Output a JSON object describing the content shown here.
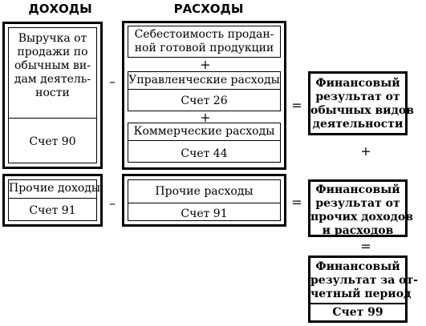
{
  "headers": {
    "income": "ДОХОДЫ",
    "expenses": "РАСХОДЫ"
  },
  "income": {
    "ordinary": {
      "label_lines": [
        "Выручка от",
        "продажи по",
        "обычным ви-",
        "дам деятель-",
        "ности"
      ],
      "account": "Счет 90"
    },
    "other": {
      "label": "Прочие доходы",
      "account": "Счет 91"
    }
  },
  "expenses": {
    "cost_of_goods": {
      "label_lines": [
        "Себестоимость продан-",
        "ной готовой продукции"
      ]
    },
    "admin": {
      "label": "Управленческие расходы",
      "account": "Счет 26"
    },
    "commercial": {
      "label": "Коммерческие расходы",
      "account": "Счет 44"
    },
    "other": {
      "label": "Прочие расходы",
      "account": "Счет 91"
    }
  },
  "operators": {
    "minus": "–",
    "plus": "+",
    "equals": "="
  },
  "results": {
    "ordinary": {
      "label_lines": [
        "Финансовый",
        "результат от",
        "обычных видов",
        "деятельности"
      ]
    },
    "other": {
      "label_lines": [
        "Финансовый",
        "результат от",
        "прочих доходов",
        "и расходов"
      ]
    },
    "period": {
      "label_lines": [
        "Финансовый",
        "результат за от-",
        "четный период"
      ],
      "account": "Счет 99"
    }
  }
}
